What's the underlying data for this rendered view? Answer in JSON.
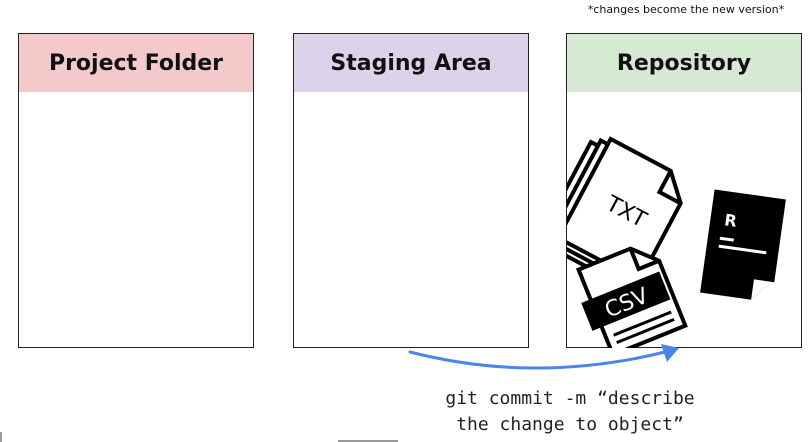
{
  "note": "*changes become the new version*",
  "panels": {
    "project": {
      "title": "Project Folder",
      "color": "#f4c9c9"
    },
    "staging": {
      "title": "Staging Area",
      "color": "#dcd3ea"
    },
    "repo": {
      "title": "Repository",
      "color": "#d6ead3"
    }
  },
  "files": {
    "txt": {
      "label": "TXT",
      "icon": "stacked-txt-document-icon"
    },
    "r": {
      "label": "R",
      "icon": "r-script-document-icon"
    },
    "csv": {
      "label": "CSV",
      "icon": "csv-document-icon"
    }
  },
  "command": {
    "line1": "git commit -m “describe",
    "line2": "the change to object”"
  },
  "arrow_color": "#4a86e8"
}
